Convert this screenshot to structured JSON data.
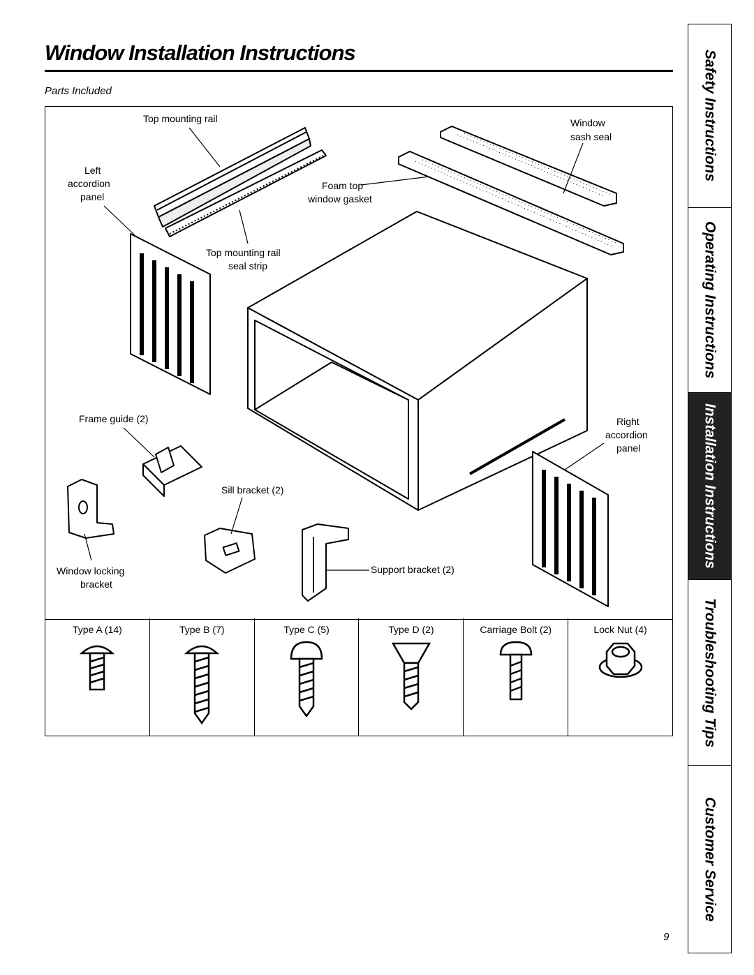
{
  "page": {
    "title": "Window Installation Instructions",
    "number": "9"
  },
  "section": {
    "label": "Parts Included"
  },
  "parts": {
    "top_mounting_rail": "Top mounting rail",
    "window_sash_seal_1": "Window",
    "window_sash_seal_2": "sash seal",
    "left_panel_1": "Left",
    "left_panel_2": "accordion",
    "left_panel_3": "panel",
    "foam_gasket_1": "Foam top",
    "foam_gasket_2": "window gasket",
    "seal_strip_1": "Top mounting rail",
    "seal_strip_2": "seal strip",
    "frame_guide": "Frame guide (2)",
    "right_panel_1": "Right",
    "right_panel_2": "accordion",
    "right_panel_3": "panel",
    "sill_bracket": "Sill bracket (2)",
    "window_lock_1": "Window locking",
    "window_lock_2": "bracket",
    "support_bracket": "Support bracket (2)"
  },
  "hardware": [
    {
      "label": "Type A (14)",
      "icon": "pan-head-screw-short-icon"
    },
    {
      "label": "Type B (7)",
      "icon": "pan-head-screw-long-icon"
    },
    {
      "label": "Type C (5)",
      "icon": "round-head-screw-icon"
    },
    {
      "label": "Type D (2)",
      "icon": "flat-head-screw-icon"
    },
    {
      "label": "Carriage Bolt (2)",
      "icon": "carriage-bolt-icon"
    },
    {
      "label": "Lock Nut (4)",
      "icon": "lock-nut-icon"
    }
  ],
  "tabs": [
    {
      "label": "Safety Instructions",
      "active": false
    },
    {
      "label": "Operating Instructions",
      "active": false
    },
    {
      "label": "Installation Instructions",
      "active": true
    },
    {
      "label": "Troubleshooting Tips",
      "active": false
    },
    {
      "label": "Customer Service",
      "active": false
    }
  ]
}
